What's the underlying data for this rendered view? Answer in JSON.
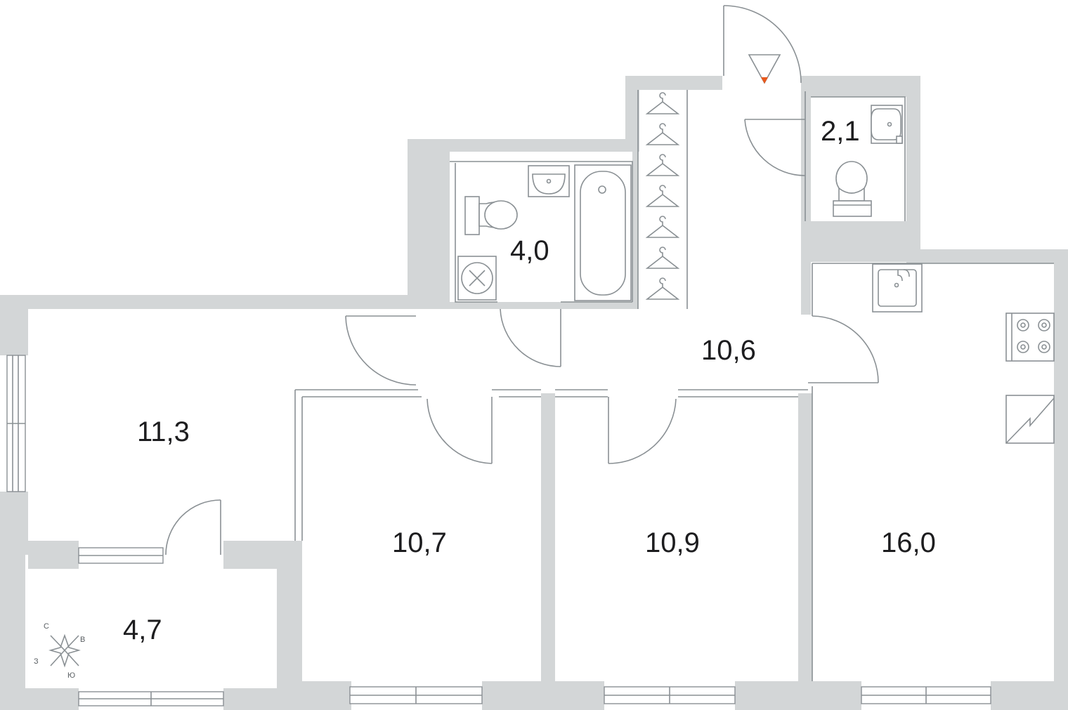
{
  "rooms": {
    "living_room": {
      "area": "11,3"
    },
    "bathroom": {
      "area": "4,0"
    },
    "toilet": {
      "area": "2,1"
    },
    "hallway": {
      "area": "10,6"
    },
    "bedroom_1": {
      "area": "10,7"
    },
    "bedroom_2": {
      "area": "10,9"
    },
    "kitchen": {
      "area": "16,0"
    },
    "balcony": {
      "area": "4,7"
    }
  },
  "compass": {
    "north": "С",
    "east": "В",
    "south": "Ю",
    "west": "З"
  },
  "colors": {
    "wall": "#d3d6d7",
    "line": "#8a9094",
    "entrance_marker": "#e8581c",
    "text": "#1d1d1f"
  },
  "icons": [
    "wardrobe-hanger-icon",
    "bathtub-icon",
    "sink-icon",
    "toilet-icon",
    "washing-machine-icon",
    "stove-icon",
    "electrical-panel-icon",
    "entrance-marker-icon",
    "compass-icon"
  ]
}
